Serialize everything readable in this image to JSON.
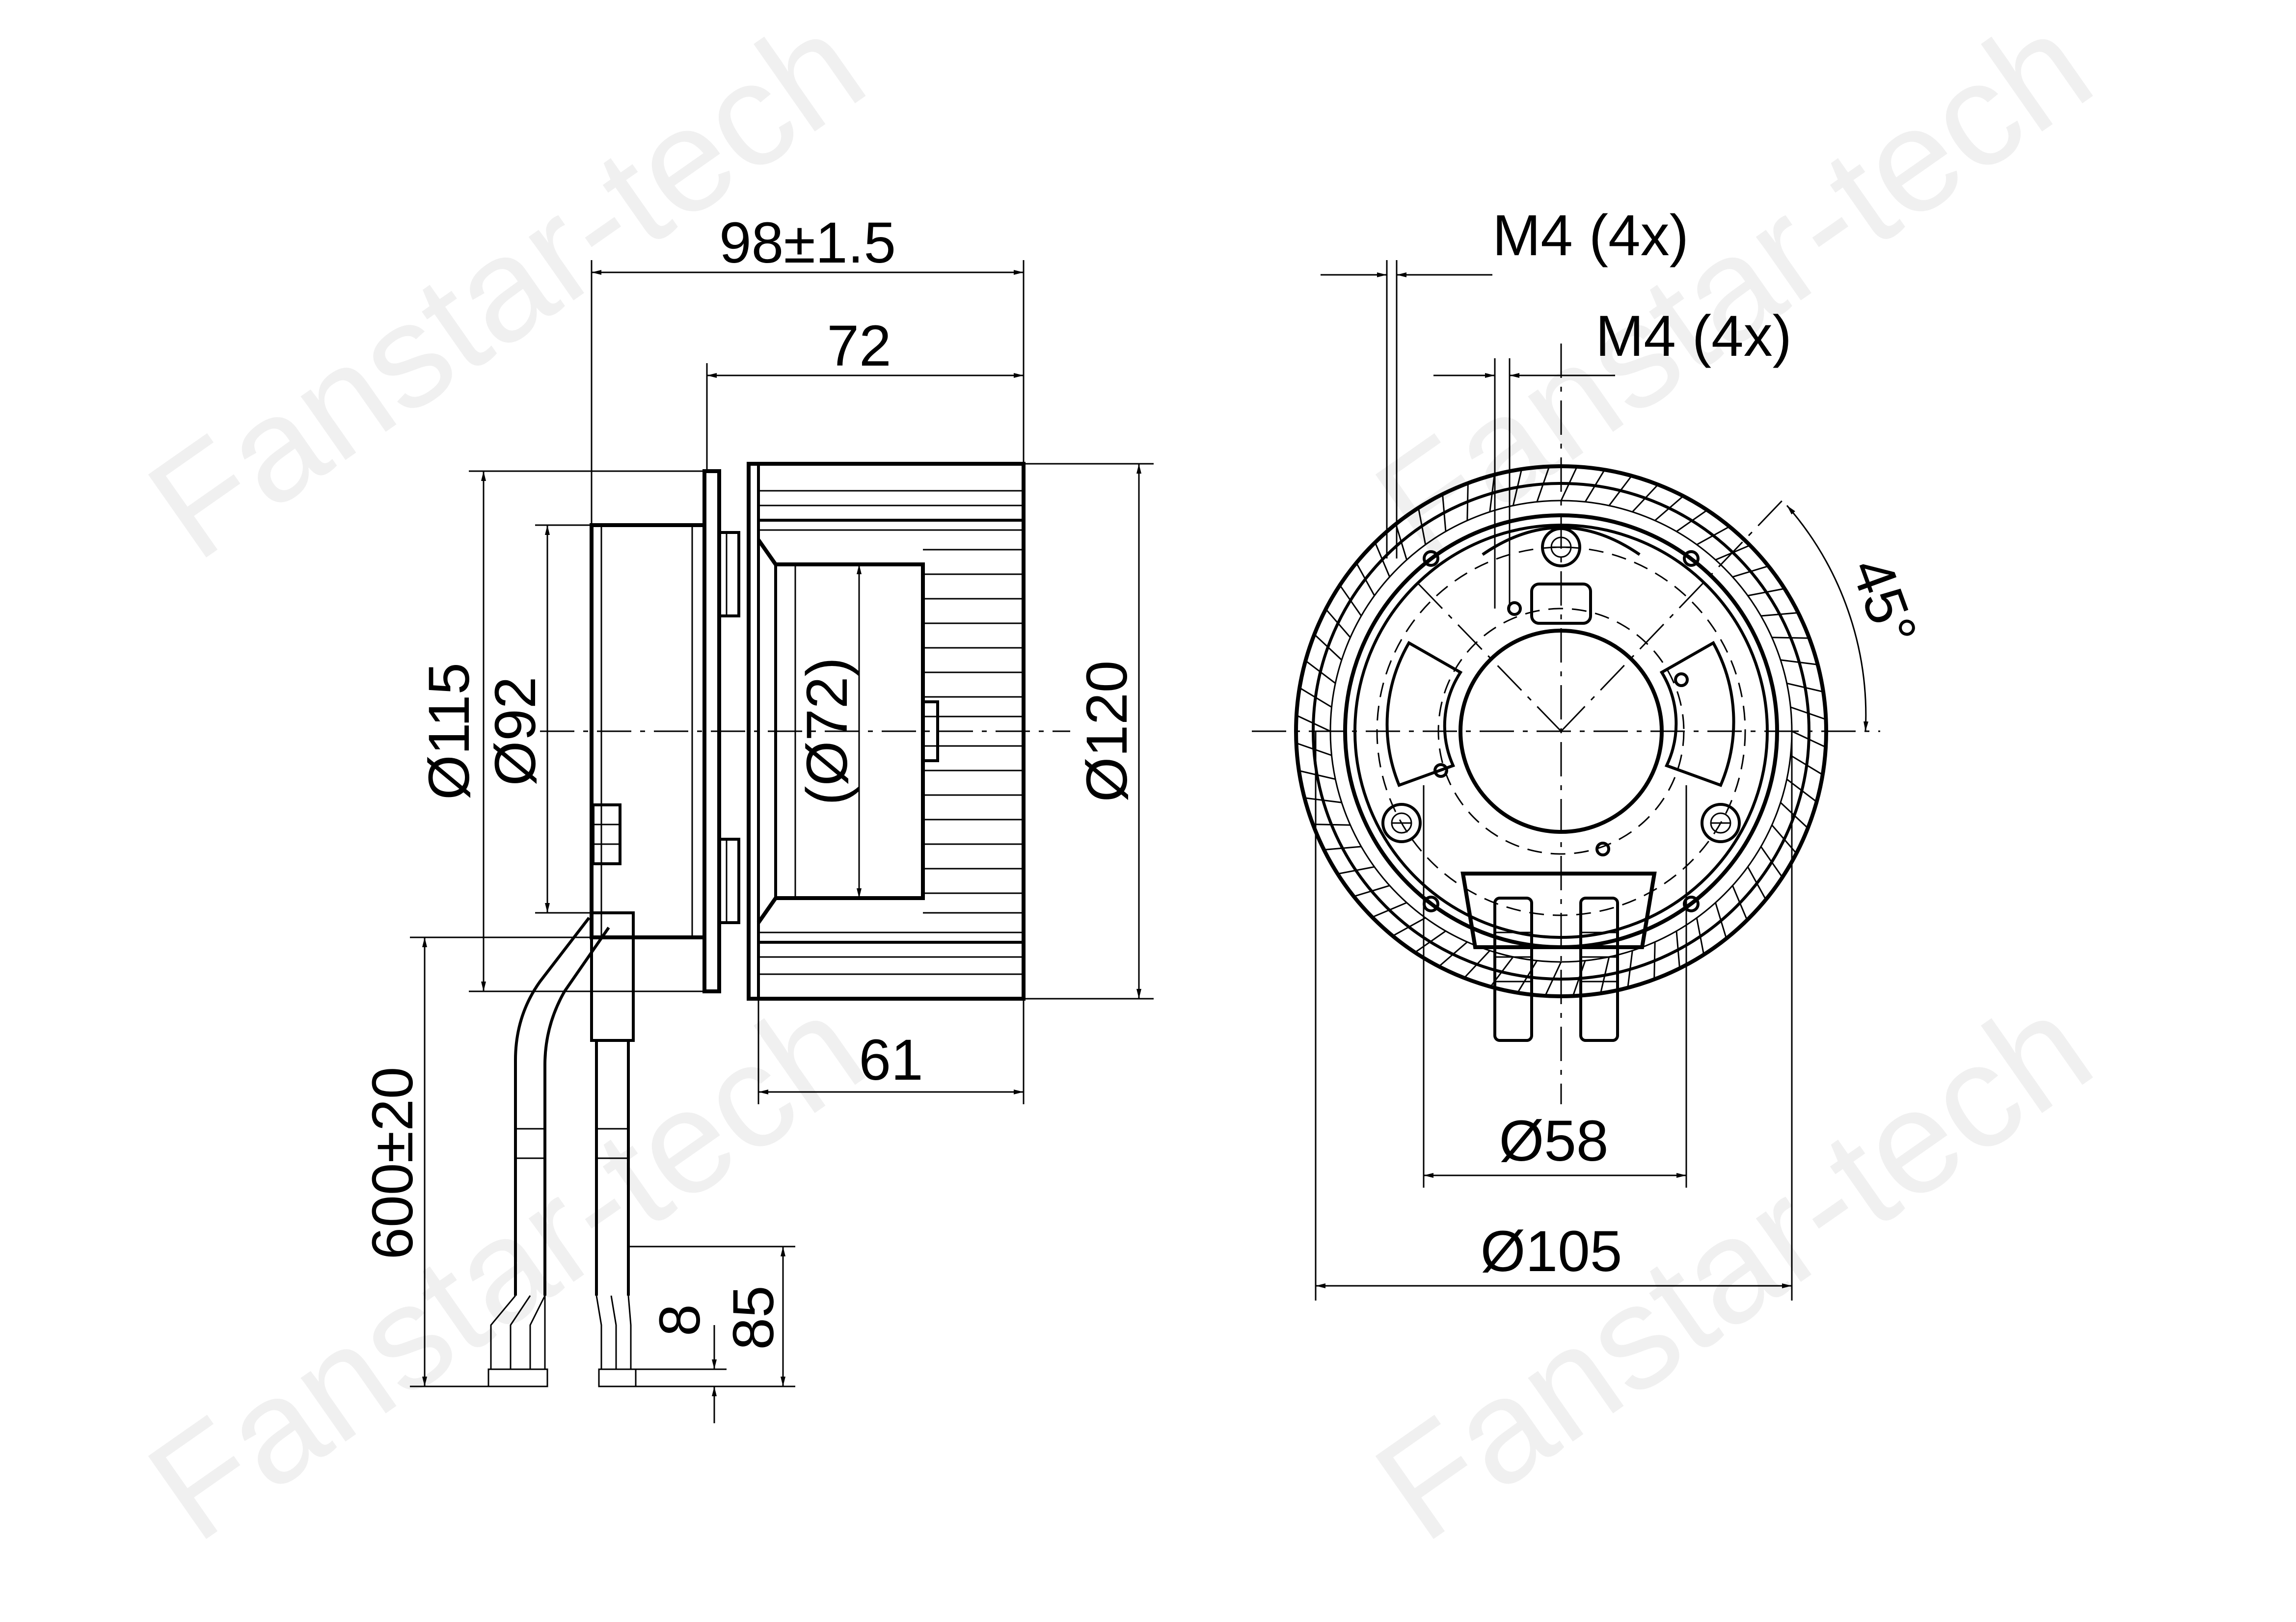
{
  "watermark": {
    "text": "Fanstar-tech"
  },
  "side_view": {
    "dim_overall_length": "98±1.5",
    "dim_impeller_width": "72",
    "dim_flange_diameter": "Ø115",
    "dim_motor_diameter": "Ø92",
    "dim_hub_diameter": "(Ø72)",
    "dim_impeller_diameter": "Ø120",
    "dim_blade_length": "61",
    "dim_cable_length": "600±20",
    "dim_strip_length": "8",
    "dim_wire_length": "85"
  },
  "front_view": {
    "dim_thread_outer": "M4 (4x)",
    "dim_thread_inner": "M4 (4x)",
    "dim_angle": "45°",
    "dim_inner_pcd": "Ø58",
    "dim_outer_pcd": "Ø105"
  }
}
